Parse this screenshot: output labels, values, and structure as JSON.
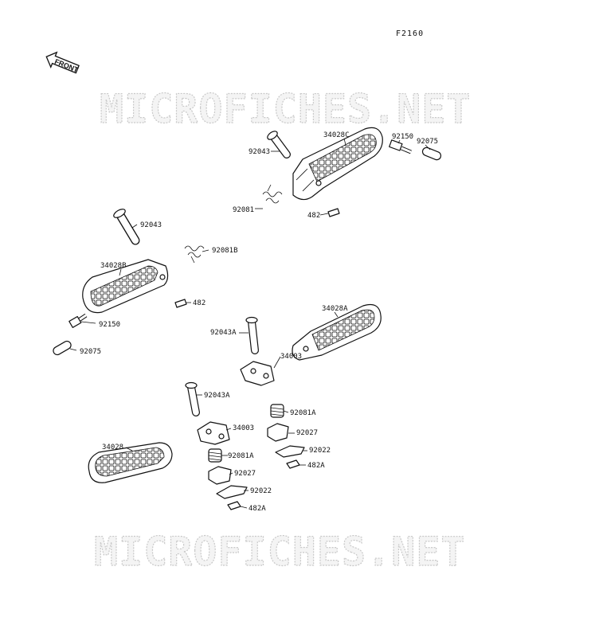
{
  "figure_code": "F2160",
  "front_label": "FRONT",
  "watermark": "MICROFICHES.NET",
  "labels": {
    "p34028C": "34028C",
    "p92043_top": "92043",
    "p92150_top": "92150",
    "p92075_top": "92075",
    "p92081": "92081",
    "p482_top": "482",
    "p92043_left": "92043",
    "p92081B": "92081B",
    "p34028B": "34028B",
    "p482_left": "482",
    "p92150_left": "92150",
    "p92075_left": "92075",
    "p34028A": "34028A",
    "p92043A_right": "92043A",
    "p34003_right": "34003",
    "p92081A_right": "92081A",
    "p92027_right": "92027",
    "p92022_right": "92022",
    "p482A_right": "482A",
    "p92043A_bottom": "92043A",
    "p34003_bottom": "34003",
    "p34028": "34028",
    "p92081A_bottom": "92081A",
    "p92027_bottom": "92027",
    "p92022_bottom": "92022",
    "p482A_bottom": "482A"
  }
}
